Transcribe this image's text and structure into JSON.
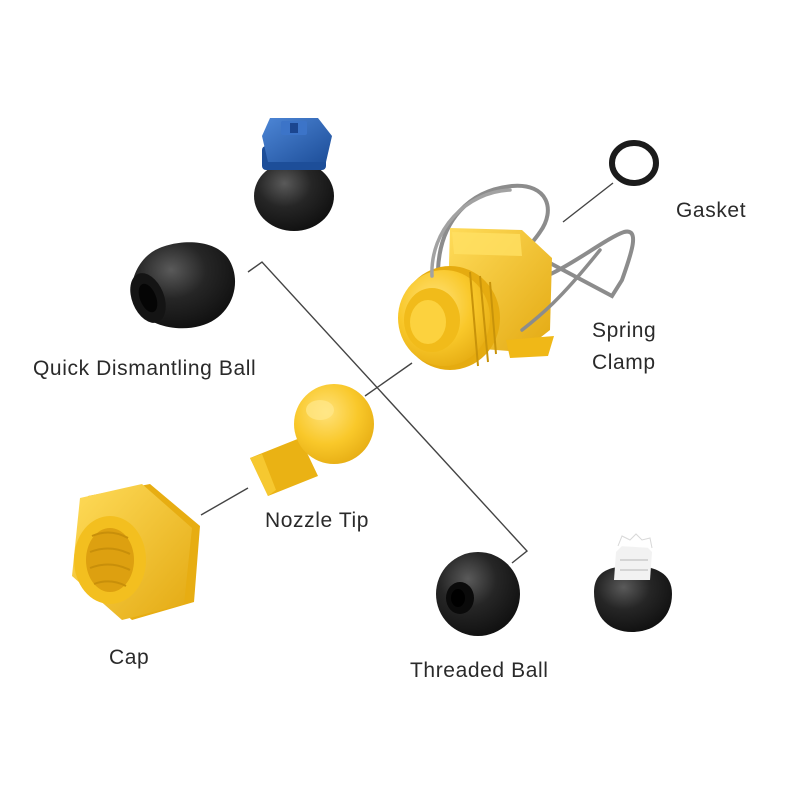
{
  "labels": {
    "gasket": "Gasket",
    "spring_clamp": [
      "Spring",
      "Clamp"
    ],
    "quick_dismantling_ball": "Quick Dismantling Ball",
    "nozzle_tip": "Nozzle Tip",
    "cap": "Cap",
    "threaded_ball": "Threaded Ball"
  },
  "colors": {
    "yellow": "#f7c51c",
    "blue": "#2b63b4",
    "black": "#1c1c1c",
    "white": "#f4f4f4",
    "wire": "#8c8c8c",
    "line": "#444444"
  }
}
